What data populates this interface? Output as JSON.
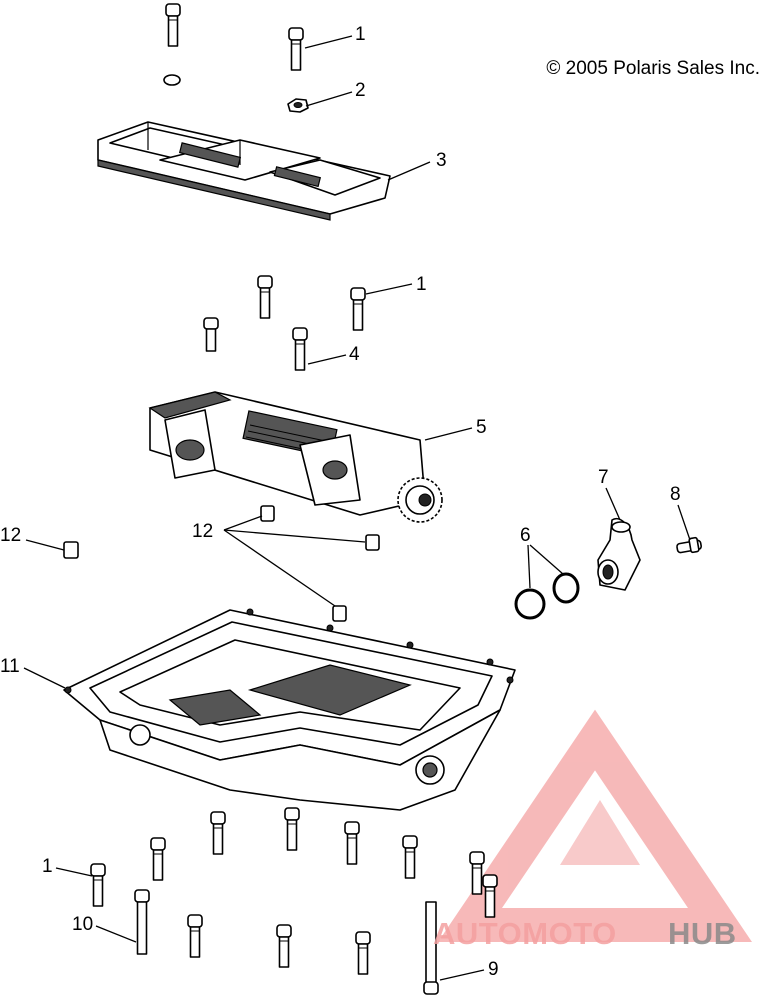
{
  "copyright": "© 2005 Polaris Sales Inc.",
  "callouts": {
    "c1a": "1",
    "c2": "2",
    "c3": "3",
    "c1b": "1",
    "c4": "4",
    "c5": "5",
    "c7": "7",
    "c8": "8",
    "c6": "6",
    "c12a": "12",
    "c12b": "12",
    "c11": "11",
    "c1c": "1",
    "c10": "10",
    "c9": "9"
  },
  "watermark": {
    "part1": "AUTOMOTO",
    "part2": "HUB",
    "color_primary": "#f4a0a0",
    "color_secondary": "#8a8a8a"
  }
}
